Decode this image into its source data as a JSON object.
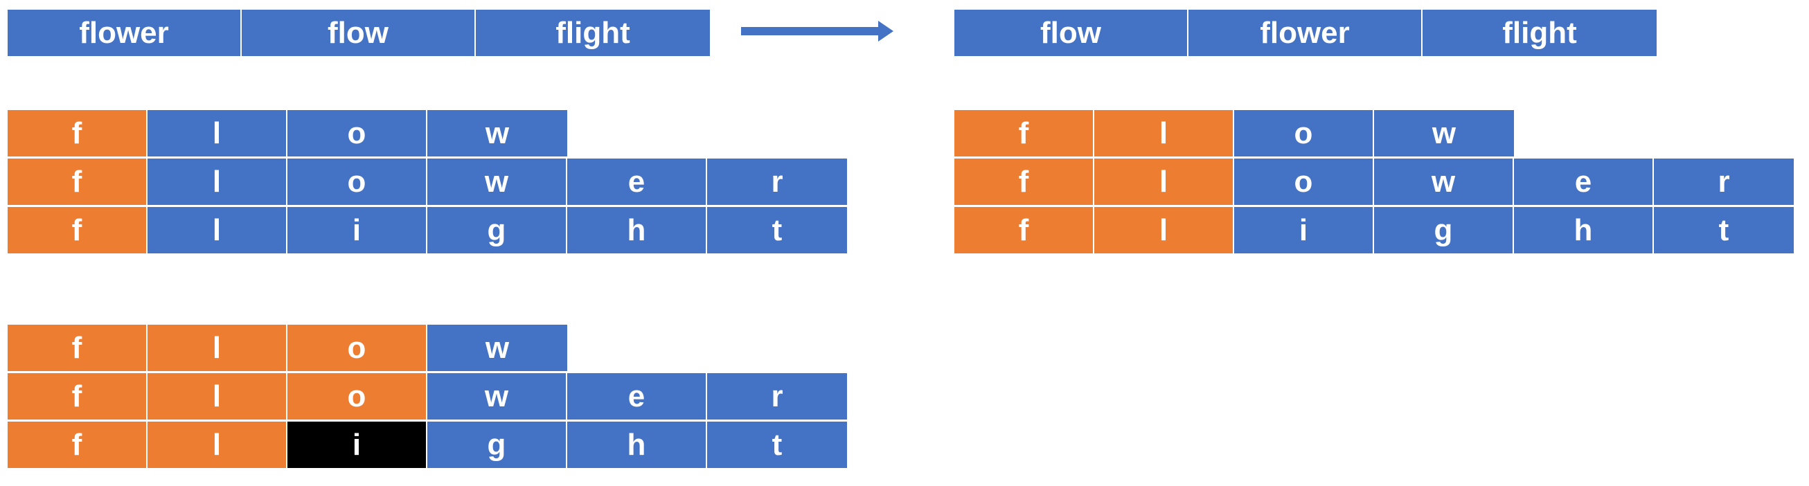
{
  "words_before": [
    "flower",
    "flow",
    "flight"
  ],
  "words_after": [
    "flow",
    "flower",
    "flight"
  ],
  "matrices": [
    {
      "rows": [
        [
          "f",
          "l",
          "o",
          "w"
        ],
        [
          "f",
          "l",
          "o",
          "w",
          "e",
          "r"
        ],
        [
          "f",
          "l",
          "i",
          "g",
          "h",
          "t"
        ]
      ]
    },
    {
      "rows": [
        [
          "f",
          "l",
          "o",
          "w"
        ],
        [
          "f",
          "l",
          "o",
          "w",
          "e",
          "r"
        ],
        [
          "f",
          "l",
          "i",
          "g",
          "h",
          "t"
        ]
      ]
    },
    {
      "rows": [
        [
          "f",
          "l",
          "o",
          "w"
        ],
        [
          "f",
          "l",
          "o",
          "w",
          "e",
          "r"
        ],
        [
          "f",
          "l",
          "i",
          "g",
          "h",
          "t"
        ]
      ]
    }
  ],
  "colors": {
    "blue": "#4472c4",
    "orange": "#ed7d31",
    "mismatch": "#000000",
    "text": "#ffffff"
  },
  "icons": {
    "arrow": "right-arrow-icon"
  }
}
